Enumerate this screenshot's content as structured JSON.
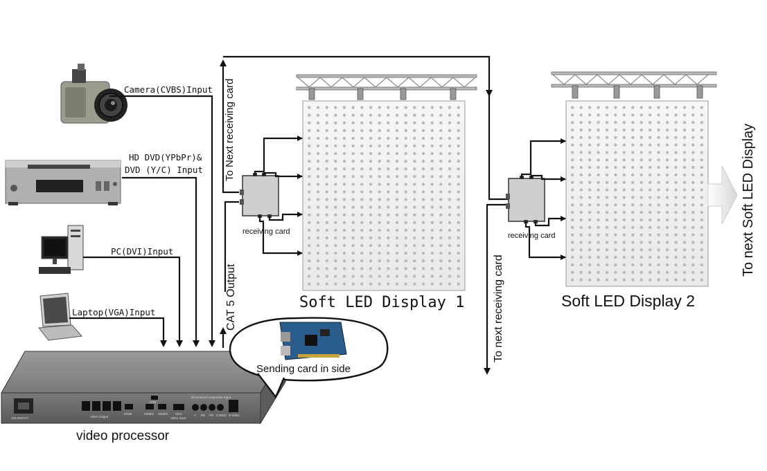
{
  "inputs": {
    "camera": "Camera(CVBS)Input",
    "dvd_line1": "HD DVD(YPbPr)&",
    "dvd_line2": "DVD (Y/C) Input",
    "pc": "PC(DVI)Input",
    "laptop": "Laptop(VGA)Input"
  },
  "labels": {
    "to_next_receiving_card_1": "To Next receiving card",
    "cat5_output": "CAT 5 Output",
    "receiving_card_1": "receiving card",
    "receiving_card_2": "receiving card",
    "to_next_receiving_card_2": "To next receiving card",
    "to_next_soft_led": "To next Soft LED Display",
    "sending_card": "Sending card in side",
    "video_processor": "video processor"
  },
  "displays": {
    "display1_title": "Soft LED Display 1",
    "display2_title": "Soft LED Display 2"
  },
  "processor_panel": {
    "power": "110-250VAC",
    "video_output": "Video Output",
    "hdmi": "HDMI",
    "usb": "USB",
    "hdmi1": "HDMI1",
    "hdmi2": "HDMI2",
    "vga": "VGA",
    "video_input": "Video Input",
    "component": "Dimension/Component Input",
    "y": "Y",
    "pb": "PB",
    "pr": "PR",
    "cvbs2": "CVBS2",
    "svideo": "S-Video"
  }
}
